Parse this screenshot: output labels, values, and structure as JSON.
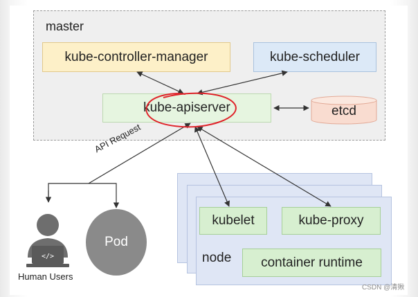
{
  "master": {
    "label": "master"
  },
  "components": {
    "controller_manager": "kube-controller-manager",
    "scheduler": "kube-scheduler",
    "apiserver": "kube-apiserver",
    "etcd": "etcd"
  },
  "node": {
    "label": "node",
    "kubelet": "kubelet",
    "kube_proxy": "kube-proxy",
    "container_runtime": "container runtime"
  },
  "api_request": "API Request",
  "human_users": "Human Users",
  "pod": "Pod",
  "watermark": "CSDN @清揪",
  "colors": {
    "annotation": "#e0232a",
    "arrow": "#333333"
  },
  "icons": [
    "user-laptop-icon"
  ]
}
